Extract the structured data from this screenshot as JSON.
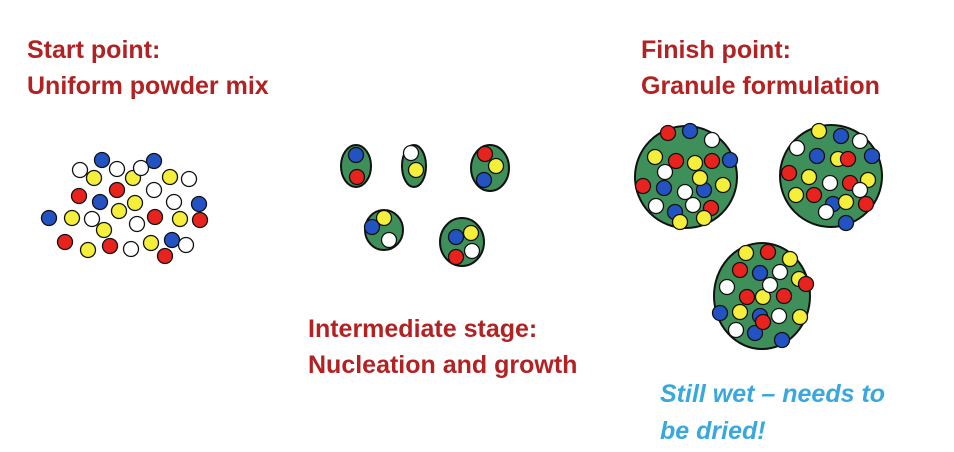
{
  "labels": {
    "start_line1": "Start point:",
    "start_line2": "Uniform powder mix",
    "intermediate_line1": "Intermediate stage:",
    "intermediate_line2": "Nucleation and growth",
    "finish_line1": "Finish point:",
    "finish_line2": "Granule formulation",
    "note_line1": "Still wet – needs to",
    "note_line2": "be dried!"
  },
  "colors": {
    "label_red": "#b22222",
    "note_blue": "#3aa8dd",
    "granule_green": "#3f8f5a",
    "particle_red": "#e8231e",
    "particle_yellow": "#f5ee3a",
    "particle_blue": "#2353c2",
    "particle_white": "#ffffff"
  }
}
